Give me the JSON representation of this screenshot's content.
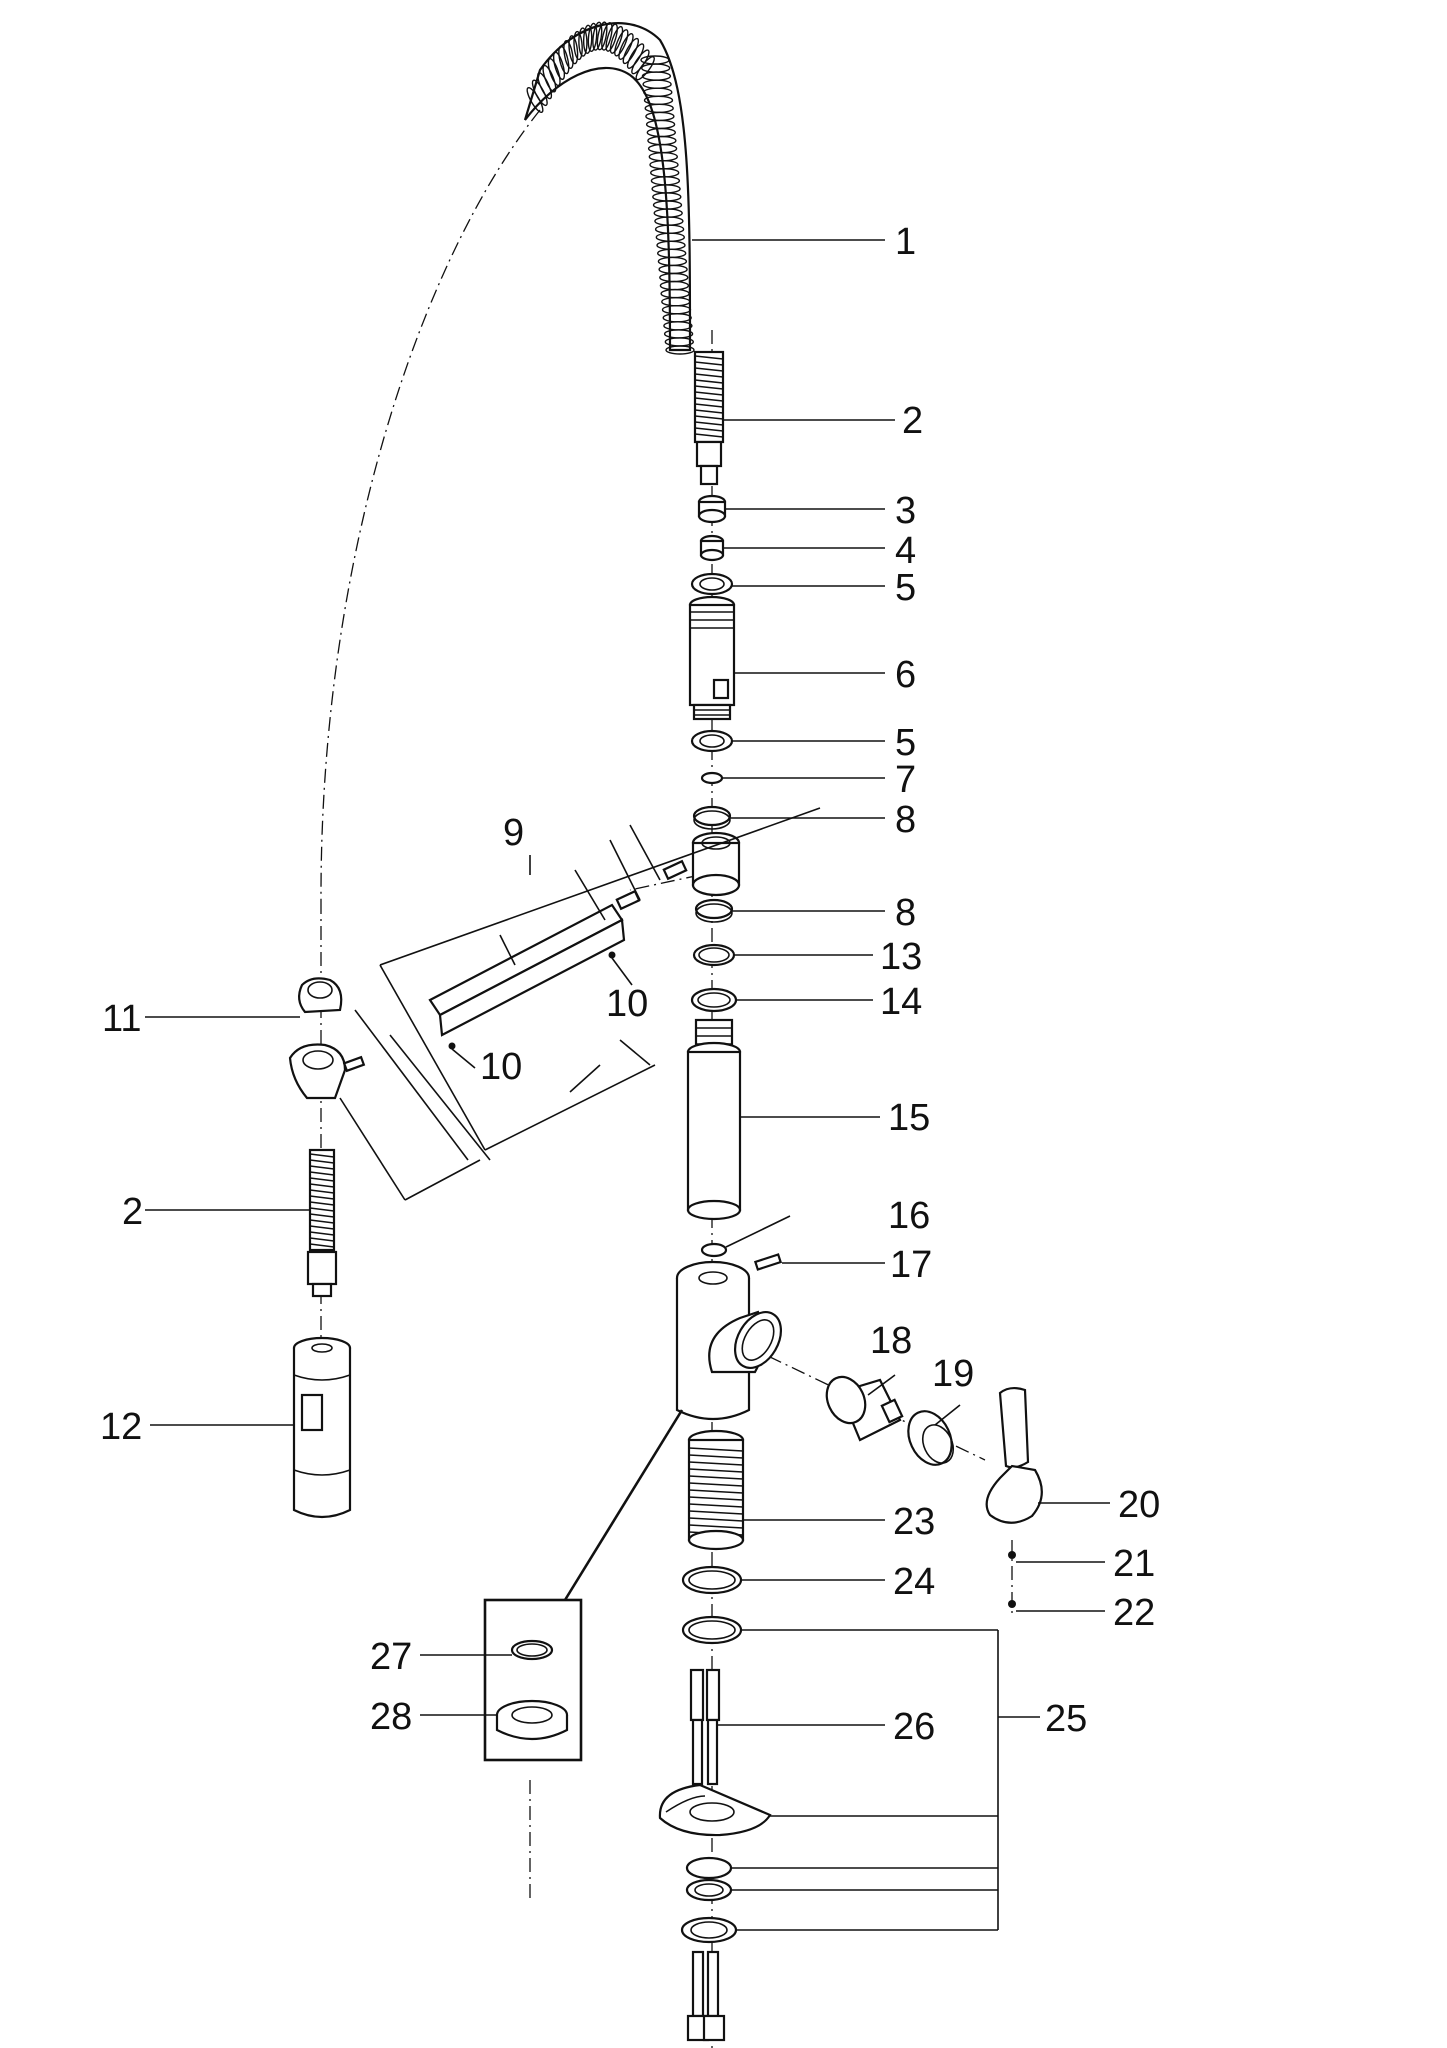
{
  "labels": [
    {
      "id": "1",
      "text": "1"
    },
    {
      "id": "2a",
      "text": "2"
    },
    {
      "id": "3",
      "text": "3"
    },
    {
      "id": "4",
      "text": "4"
    },
    {
      "id": "5a",
      "text": "5"
    },
    {
      "id": "6",
      "text": "6"
    },
    {
      "id": "5b",
      "text": "5"
    },
    {
      "id": "7",
      "text": "7"
    },
    {
      "id": "8a",
      "text": "8"
    },
    {
      "id": "9",
      "text": "9"
    },
    {
      "id": "8b",
      "text": "8"
    },
    {
      "id": "13",
      "text": "13"
    },
    {
      "id": "10a",
      "text": "10"
    },
    {
      "id": "14",
      "text": "14"
    },
    {
      "id": "11",
      "text": "11"
    },
    {
      "id": "10b",
      "text": "10"
    },
    {
      "id": "15",
      "text": "15"
    },
    {
      "id": "2b",
      "text": "2"
    },
    {
      "id": "16",
      "text": "16"
    },
    {
      "id": "17",
      "text": "17"
    },
    {
      "id": "18",
      "text": "18"
    },
    {
      "id": "19",
      "text": "19"
    },
    {
      "id": "12",
      "text": "12"
    },
    {
      "id": "20",
      "text": "20"
    },
    {
      "id": "23",
      "text": "23"
    },
    {
      "id": "21",
      "text": "21"
    },
    {
      "id": "24",
      "text": "24"
    },
    {
      "id": "22",
      "text": "22"
    },
    {
      "id": "27",
      "text": "27"
    },
    {
      "id": "28",
      "text": "28"
    },
    {
      "id": "26",
      "text": "26"
    },
    {
      "id": "25",
      "text": "25"
    }
  ]
}
